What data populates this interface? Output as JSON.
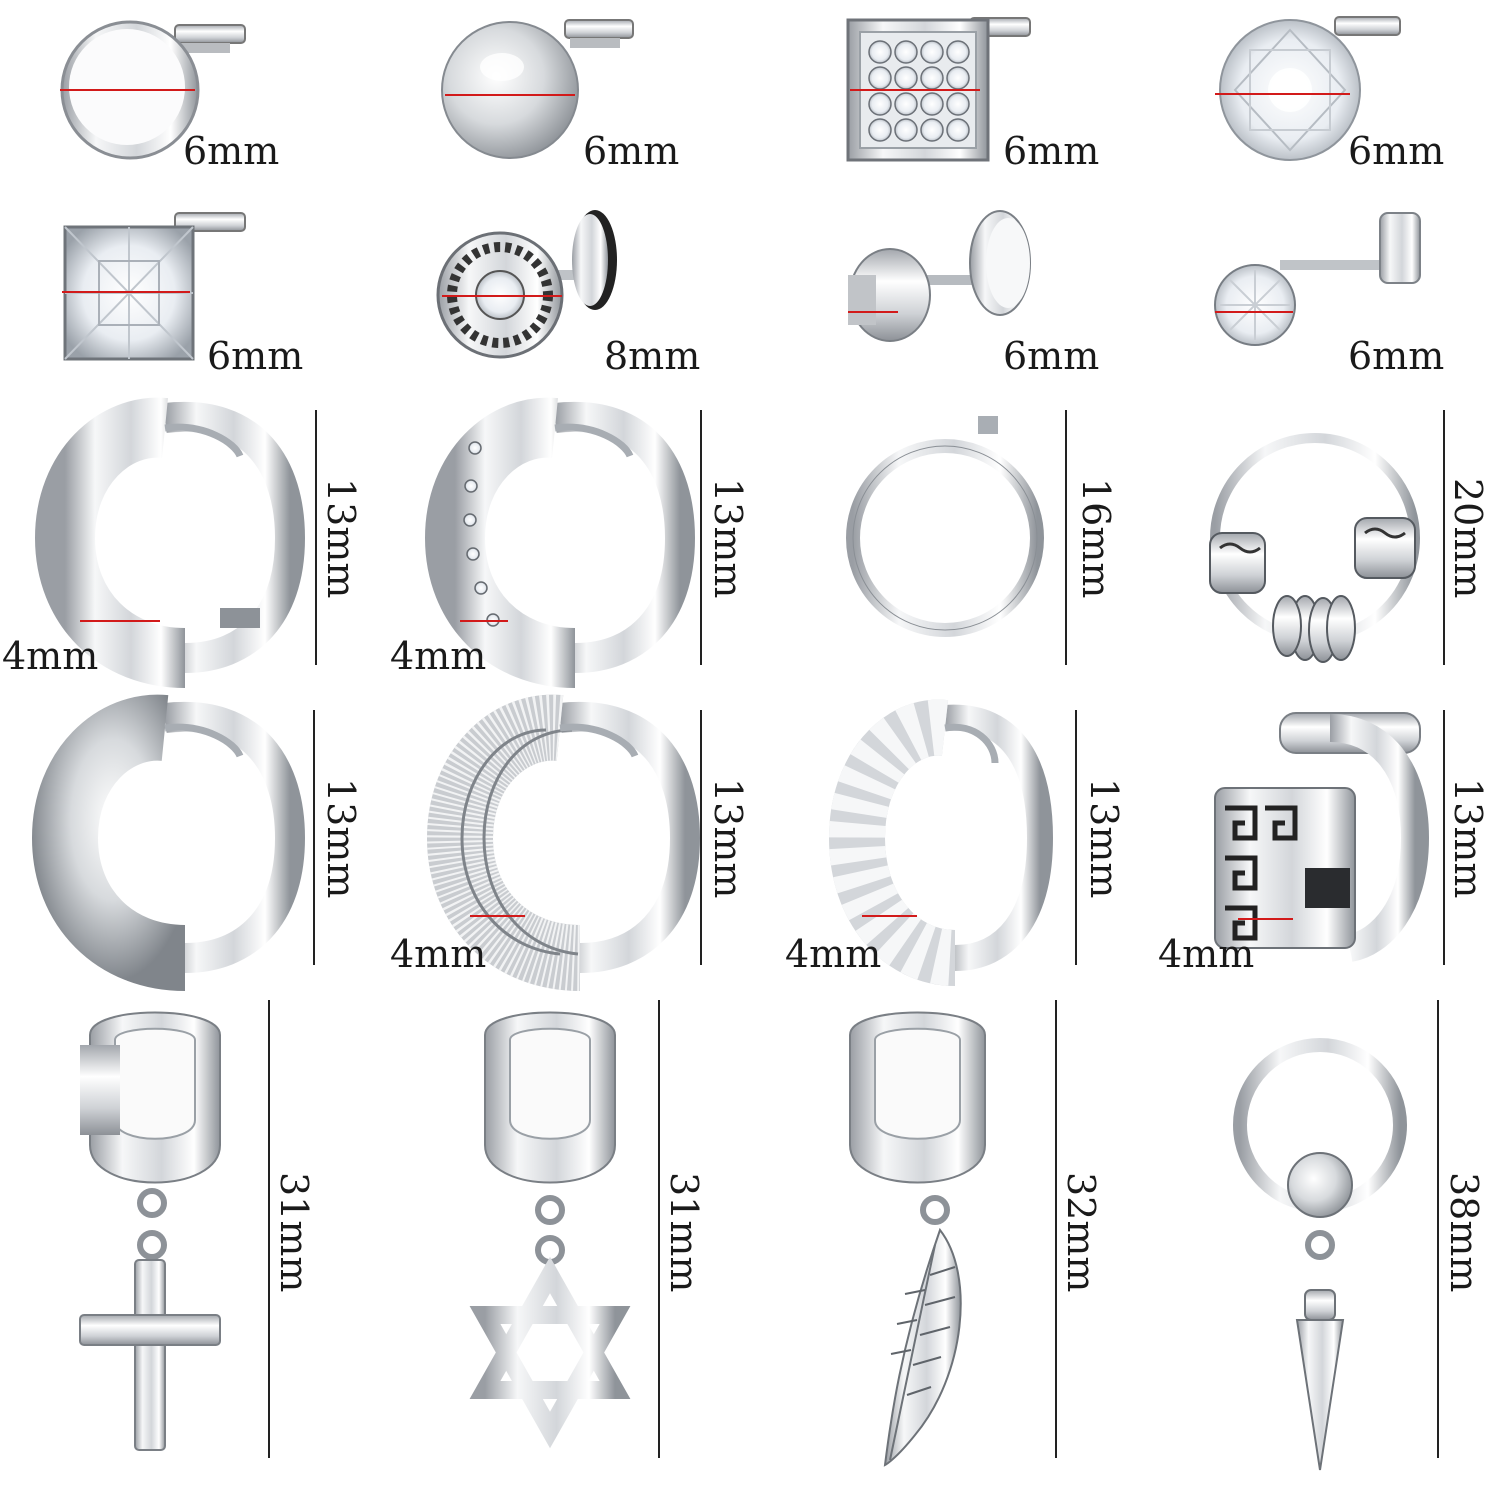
{
  "colors": {
    "metal_light": "#f4f5f6",
    "metal_mid": "#c9ccd0",
    "metal_dark": "#8c9096",
    "measure_red": "#d21a1a",
    "text": "#1a1a1a"
  },
  "rows": [
    {
      "items": [
        {
          "icon": "round-flat-stud-icon",
          "size": "6mm"
        },
        {
          "icon": "ball-stud-icon",
          "size": "6mm"
        },
        {
          "icon": "square-pave-stud-icon",
          "size": "6mm"
        },
        {
          "icon": "round-crystal-stud-icon",
          "size": "6mm"
        }
      ]
    },
    {
      "items": [
        {
          "icon": "square-crystal-stud-icon",
          "size": "6mm"
        },
        {
          "icon": "greek-key-plug-stud-icon",
          "size": "8mm"
        },
        {
          "icon": "barbell-flat-stud-icon",
          "size": "6mm"
        },
        {
          "icon": "crystal-screw-stud-icon",
          "size": "6mm"
        }
      ]
    },
    {
      "items": [
        {
          "icon": "wide-huggie-hoop-icon",
          "height": "13mm",
          "width": "4mm"
        },
        {
          "icon": "crystal-huggie-hoop-icon",
          "height": "13mm",
          "width": "4mm"
        },
        {
          "icon": "thin-hoop-icon",
          "height": "16mm"
        },
        {
          "icon": "beaded-hoop-icon",
          "height": "20mm"
        }
      ]
    },
    {
      "items": [
        {
          "icon": "domed-huggie-hoop-icon",
          "height": "13mm"
        },
        {
          "icon": "frosted-stripe-huggie-icon",
          "height": "13mm",
          "width": "4mm"
        },
        {
          "icon": "diagonal-frosted-huggie-icon",
          "height": "13mm",
          "width": "4mm"
        },
        {
          "icon": "greek-key-huggie-icon",
          "height": "13mm",
          "width": "4mm"
        }
      ]
    },
    {
      "items": [
        {
          "icon": "cross-dangle-hoop-icon",
          "height": "31mm"
        },
        {
          "icon": "star-dangle-hoop-icon",
          "height": "31mm"
        },
        {
          "icon": "feather-dangle-hoop-icon",
          "height": "32mm"
        },
        {
          "icon": "spike-dangle-hoop-icon",
          "height": "38mm"
        }
      ]
    }
  ]
}
